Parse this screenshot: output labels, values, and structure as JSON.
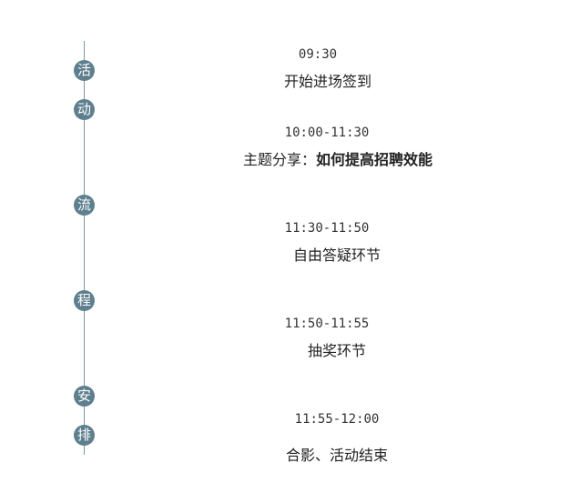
{
  "sidebar": {
    "chars": [
      "活",
      "动",
      "流",
      "程",
      "安",
      "排"
    ]
  },
  "schedule": [
    {
      "time": "09:30",
      "event": "开始进场签到"
    },
    {
      "time": "10:00-11:30",
      "event_prefix": "主题分享：",
      "event_emphasis": "如何提高招聘效能"
    },
    {
      "time": "11:30-11:50",
      "event": "自由答疑环节"
    },
    {
      "time": "11:50-11:55",
      "event": "抽奖环节"
    },
    {
      "time": "11:55-12:00",
      "event": "合影、活动结束"
    }
  ],
  "colors": {
    "node": "#5e7f8d",
    "line": "#7a95a0"
  }
}
